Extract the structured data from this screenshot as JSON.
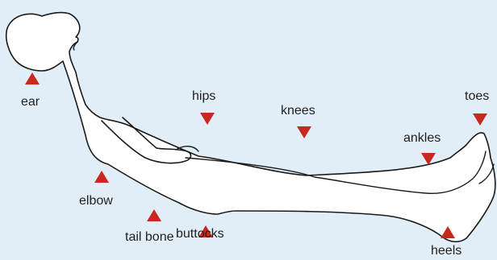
{
  "diagram": {
    "colors": {
      "background": "#e2eef7",
      "body_fill": "#ffffff",
      "outline": "#1a1a1a",
      "marker": "#c8281e",
      "text": "#1f1f1f"
    },
    "pressure_points": [
      {
        "key": "ear",
        "label": "ear",
        "marker_direction": "up"
      },
      {
        "key": "hips",
        "label": "hips",
        "marker_direction": "down"
      },
      {
        "key": "knees",
        "label": "knees",
        "marker_direction": "down"
      },
      {
        "key": "ankles",
        "label": "ankles",
        "marker_direction": "down"
      },
      {
        "key": "toes",
        "label": "toes",
        "marker_direction": "down"
      },
      {
        "key": "elbow",
        "label": "elbow",
        "marker_direction": "up"
      },
      {
        "key": "tail-bone",
        "label": "tail bone",
        "marker_direction": "up"
      },
      {
        "key": "buttocks",
        "label": "buttocks",
        "marker_direction": "up"
      },
      {
        "key": "heels",
        "label": "heels",
        "marker_direction": "up"
      }
    ]
  }
}
